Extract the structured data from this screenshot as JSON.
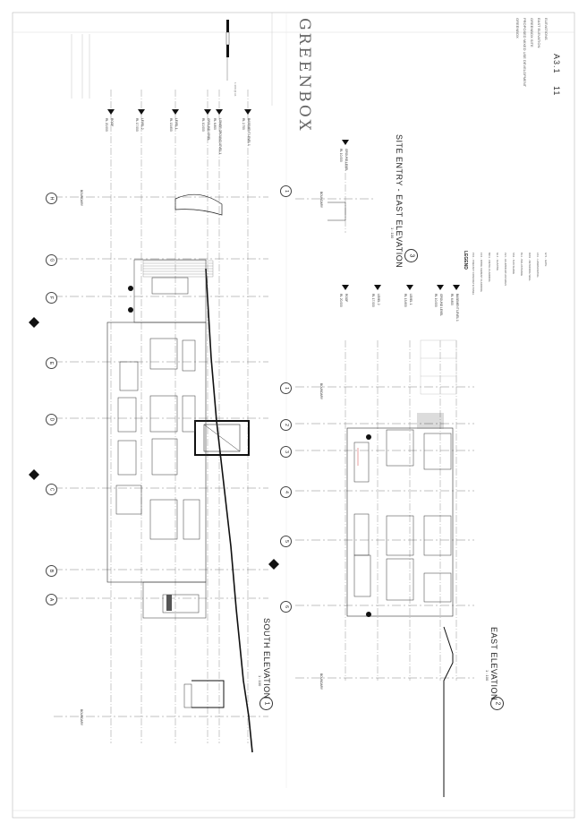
{
  "titleblock": {
    "logo": "GREENBOX",
    "sheet_number": "A3.1",
    "revision": "11",
    "drawing_title": "ELEVATIONS",
    "scale_label": "1:100 @ A1",
    "project_lines": [
      "GREENBOX",
      "PROPOSED MIXED USE DEVELOPMENT",
      "GREENBOX SITE",
      "EAST ELEVATION"
    ]
  },
  "views": [
    {
      "number": "1",
      "title": "SOUTH ELEVATION",
      "scale": "1 : 100"
    },
    {
      "number": "2",
      "title": "EAST ELEVATION",
      "scale": "1 : 100"
    },
    {
      "number": "3",
      "title": "SITE ENTRY - EAST ELEVATION",
      "scale": "1 : 100"
    }
  ],
  "grid_south": [
    "A",
    "B",
    "C",
    "D",
    "E",
    "F",
    "G",
    "H"
  ],
  "grid_east": [
    "1",
    "2",
    "3",
    "4",
    "5",
    "6"
  ],
  "grid_entry": [
    "1"
  ],
  "levels_south": [
    {
      "name": "ROOF",
      "rl": "RL 20.000"
    },
    {
      "name": "LEVEL 2",
      "rl": "RL 17.000"
    },
    {
      "name": "LEVEL 1",
      "rl": "RL 13.800"
    },
    {
      "name": "GROUND LEVEL",
      "rl": "RL 10.000"
    },
    {
      "name": "LOWER GROUND LEVEL 1",
      "rl": "RL 6.800"
    },
    {
      "name": "BASEMENT LEVEL 1",
      "rl": "RL 2.700"
    }
  ],
  "levels_east": [
    {
      "name": "ROOF",
      "rl": "RL 20.000"
    },
    {
      "name": "LEVEL 2",
      "rl": "RL 17.000"
    },
    {
      "name": "LEVEL 1",
      "rl": "RL 13.800"
    },
    {
      "name": "GROUND LEVEL",
      "rl": "RL 10.000"
    },
    {
      "name": "BASEMENT LEVEL 1",
      "rl": "RL 6.800"
    }
  ],
  "levels_entry": [
    {
      "name": "GROUND LEVEL",
      "rl": "RL 10.000"
    }
  ],
  "boundary_label": "BOUNDARY",
  "legend": {
    "title": "LEGEND",
    "items": [
      "PC1 - PRECAST CONCRETE PANEL",
      "FC1 - FIBRE CEMENT CLADDING",
      "MC1 - METAL CLADDING",
      "GL1 - GLAZING",
      "LV1 - ALUMINIUM LOUVRES",
      "SS1 - SUN SHADE",
      "BL1 - BALUSTRADE",
      "RW1 - RETAINING WALL",
      "LS1 - LANDSCAPING",
      "GT1 - GATE"
    ]
  },
  "colors": {
    "line": "#222222",
    "grid": "#555555",
    "accent_red": "#d04040"
  }
}
